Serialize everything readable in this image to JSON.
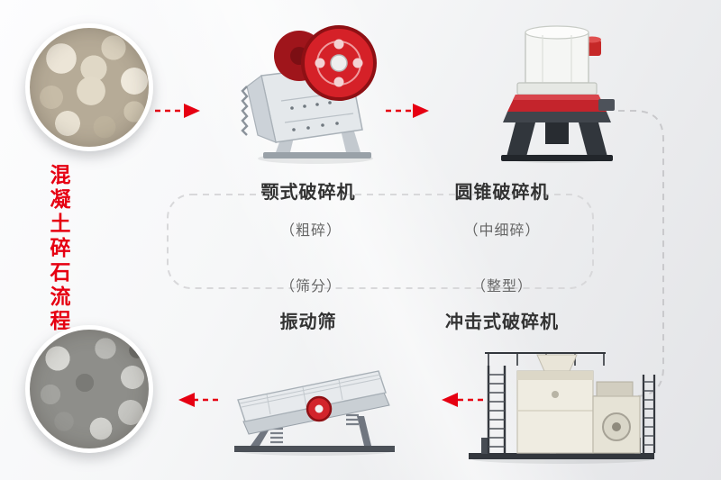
{
  "diagram": {
    "vertical_title": "混凝土碎石流程",
    "stations": {
      "jaw": {
        "name": "颚式破碎机",
        "stage": "（粗碎）"
      },
      "cone": {
        "name": "圆锥破碎机",
        "stage": "（中细碎）"
      },
      "impact": {
        "name": "冲击式破碎机",
        "stage": "（整型）"
      },
      "screen": {
        "name": "振动筛",
        "stage": "（筛分）"
      }
    },
    "images": {
      "raw_material": "concrete-rubble-photo",
      "jaw": "jaw-crusher-photo",
      "cone": "cone-crusher-photo",
      "impact": "vertical-shaft-impact-crusher-photo",
      "screen": "vibrating-screen-photo",
      "finished_product": "crushed-gravel-photo"
    },
    "colors": {
      "accent_red": "#e60012",
      "text_dark": "#333333",
      "text_muted": "#666666",
      "dash_gray": "#cccccc"
    }
  }
}
